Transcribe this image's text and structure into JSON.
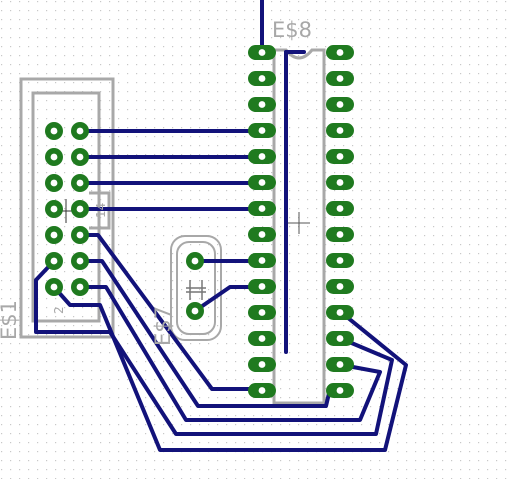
{
  "components": {
    "chip": {
      "label": "E$8"
    },
    "header": {
      "label": "E$1",
      "pin_label_1": "14",
      "pin_label_2": "2"
    },
    "crystal": {
      "label": "E$7"
    }
  },
  "colors": {
    "background": "#ffffff",
    "grid_dot": "#c8c8c8",
    "trace": "#12127a",
    "pad": "#1f7a1f",
    "drill": "#ffffff",
    "silkscreen": "#a8a8a8"
  }
}
